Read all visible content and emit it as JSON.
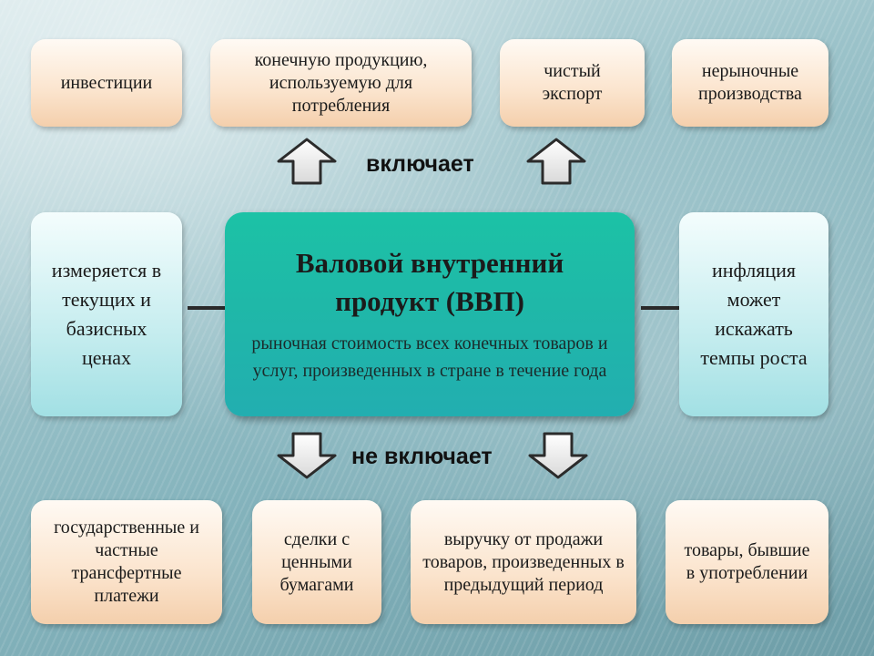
{
  "top_boxes": [
    {
      "name": "investments",
      "text": "инвестиции"
    },
    {
      "name": "final-consumption",
      "text": "конечную продукцию, используемую для потребления"
    },
    {
      "name": "net-export",
      "text": "чистый экспорт"
    },
    {
      "name": "nonmarket-production",
      "text": "нерыночные производства"
    }
  ],
  "includes_label": "включает",
  "excludes_label": "не включает",
  "center": {
    "title": "Валовой внутренний продукт (ВВП)",
    "subtitle": "рыночная стоимость всех конечных товаров и услуг, произведенных в стране в течение года"
  },
  "side_left": "измеряется в текущих и базисных ценах",
  "side_right": "инфляция может искажать темпы роста",
  "bottom_boxes": [
    {
      "name": "transfer-payments",
      "text": "государственные и частные трансфертные платежи"
    },
    {
      "name": "securities-deals",
      "text": "сделки с ценными бумагами"
    },
    {
      "name": "previous-period-sales",
      "text": "выручку от продажи товаров, произведенных в предыдущий период"
    },
    {
      "name": "used-goods",
      "text": "товары, бывшие в употреблении"
    }
  ]
}
